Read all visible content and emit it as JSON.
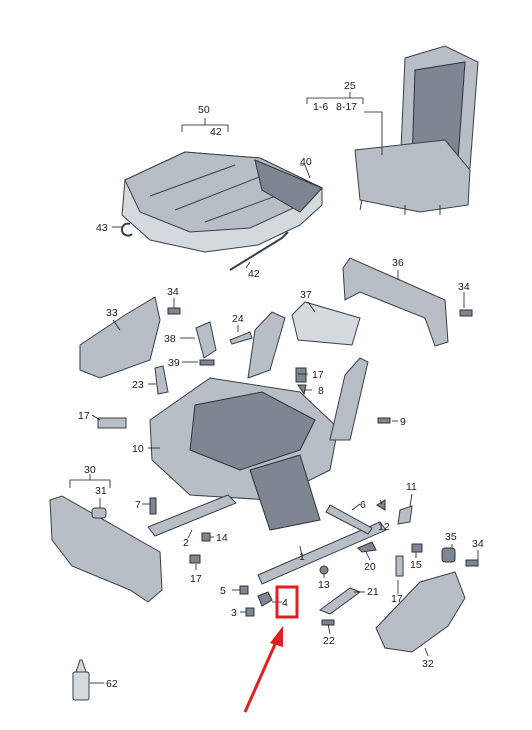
{
  "diagram": {
    "highlight_color": "#e02020",
    "part_fill_color": "#b7bec6",
    "part_dark_color": "#7e8791",
    "labels": {
      "p50": "50",
      "p42a": "42",
      "p40": "40",
      "p43": "43",
      "p42b": "42",
      "p25": "25",
      "p1_6": "1-6",
      "p8_17": "8-17",
      "p36": "36",
      "p34a": "34",
      "p37": "37",
      "p33": "33",
      "p34b": "34",
      "p24": "24",
      "p38": "38",
      "p39": "39",
      "p17a": "17",
      "p8": "8",
      "p23": "23",
      "p17b": "17",
      "p9": "9",
      "p10": "10",
      "p30": "30",
      "p31": "31",
      "p11": "11",
      "p7": "7",
      "p6": "6",
      "p12": "12",
      "p2": "2",
      "p14": "14",
      "p1": "1",
      "p35": "35",
      "p34c": "34",
      "p17c": "17",
      "p13": "13",
      "p20": "20",
      "p15": "15",
      "p5": "5",
      "p4": "4",
      "p21": "21",
      "p17d": "17",
      "p3": "3",
      "p22": "22",
      "p32": "32",
      "p62": "62"
    }
  }
}
